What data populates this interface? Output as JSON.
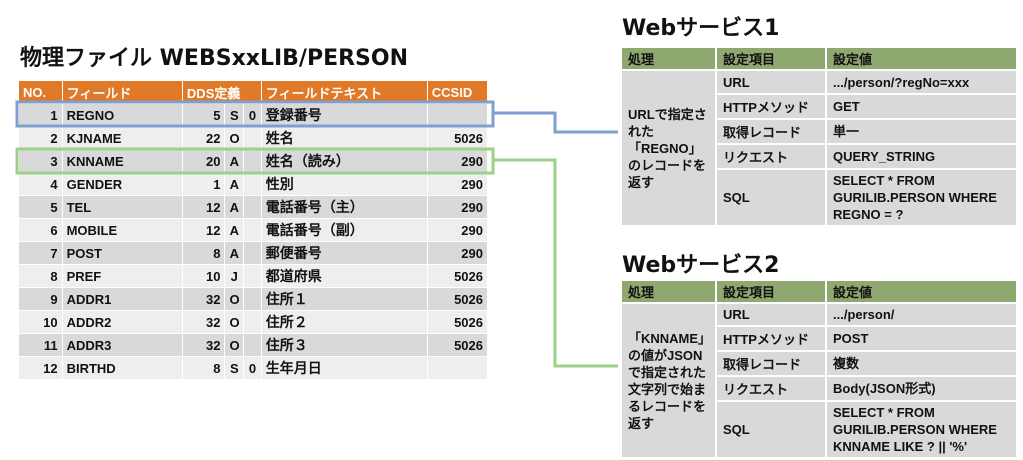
{
  "main_title": "物理ファイル WEBSxxLIB/PERSON",
  "table": {
    "headers": [
      "NO.",
      "フィールド",
      "DDS定義",
      "フィールドテキスト",
      "CCSID"
    ],
    "rows": [
      {
        "no": "1",
        "field": "REGNO",
        "len": "5",
        "type": "S",
        "dec": "0",
        "text": "登録番号",
        "ccsid": ""
      },
      {
        "no": "2",
        "field": "KJNAME",
        "len": "22",
        "type": "O",
        "dec": "",
        "text": "姓名",
        "ccsid": "5026"
      },
      {
        "no": "3",
        "field": "KNNAME",
        "len": "20",
        "type": "A",
        "dec": "",
        "text": "姓名（読み）",
        "ccsid": "290"
      },
      {
        "no": "4",
        "field": "GENDER",
        "len": "1",
        "type": "A",
        "dec": "",
        "text": "性別",
        "ccsid": "290"
      },
      {
        "no": "5",
        "field": "TEL",
        "len": "12",
        "type": "A",
        "dec": "",
        "text": "電話番号（主）",
        "ccsid": "290"
      },
      {
        "no": "6",
        "field": "MOBILE",
        "len": "12",
        "type": "A",
        "dec": "",
        "text": "電話番号（副）",
        "ccsid": "290"
      },
      {
        "no": "7",
        "field": "POST",
        "len": "8",
        "type": "A",
        "dec": "",
        "text": "郵便番号",
        "ccsid": "290"
      },
      {
        "no": "8",
        "field": "PREF",
        "len": "10",
        "type": "J",
        "dec": "",
        "text": "都道府県",
        "ccsid": "5026"
      },
      {
        "no": "9",
        "field": "ADDR1",
        "len": "32",
        "type": "O",
        "dec": "",
        "text": "住所１",
        "ccsid": "5026"
      },
      {
        "no": "10",
        "field": "ADDR2",
        "len": "32",
        "type": "O",
        "dec": "",
        "text": "住所２",
        "ccsid": "5026"
      },
      {
        "no": "11",
        "field": "ADDR3",
        "len": "32",
        "type": "O",
        "dec": "",
        "text": "住所３",
        "ccsid": "5026"
      },
      {
        "no": "12",
        "field": "BIRTHD",
        "len": "8",
        "type": "S",
        "dec": "0",
        "text": "生年月日",
        "ccsid": ""
      }
    ]
  },
  "ws1": {
    "title": "Webサービス1",
    "headers": [
      "処理",
      "設定項目",
      "設定値"
    ],
    "desc": "URLで指定された「REGNO」のレコードを返す",
    "rows": [
      {
        "item": "URL",
        "value": ".../person/?regNo=xxx"
      },
      {
        "item": "HTTPメソッド",
        "value": "GET"
      },
      {
        "item": "取得レコード",
        "value": "単一"
      },
      {
        "item": "リクエスト",
        "value": "QUERY_STRING"
      },
      {
        "item": "SQL",
        "value": "SELECT * FROM GURILIB.PERSON WHERE REGNO = ?"
      }
    ]
  },
  "ws2": {
    "title": "Webサービス2",
    "headers": [
      "処理",
      "設定項目",
      "設定値"
    ],
    "desc": "「KNNAME」の値がJSONで指定された文字列で始まるレコードを返す",
    "rows": [
      {
        "item": "URL",
        "value": ".../person/"
      },
      {
        "item": "HTTPメソッド",
        "value": "POST"
      },
      {
        "item": "取得レコード",
        "value": "複数"
      },
      {
        "item": "リクエスト",
        "value": "Body(JSON形式)"
      },
      {
        "item": "SQL",
        "value": "SELECT * FROM GURILIB.PERSON WHERE KNNAME LIKE ? || '%'"
      }
    ]
  },
  "colors": {
    "header_orange": "#e07a28",
    "header_green": "#8fa870",
    "highlight_blue": "#7f9fd0",
    "highlight_green": "#9fd08a",
    "cell_gray": "#d9d9d9"
  }
}
